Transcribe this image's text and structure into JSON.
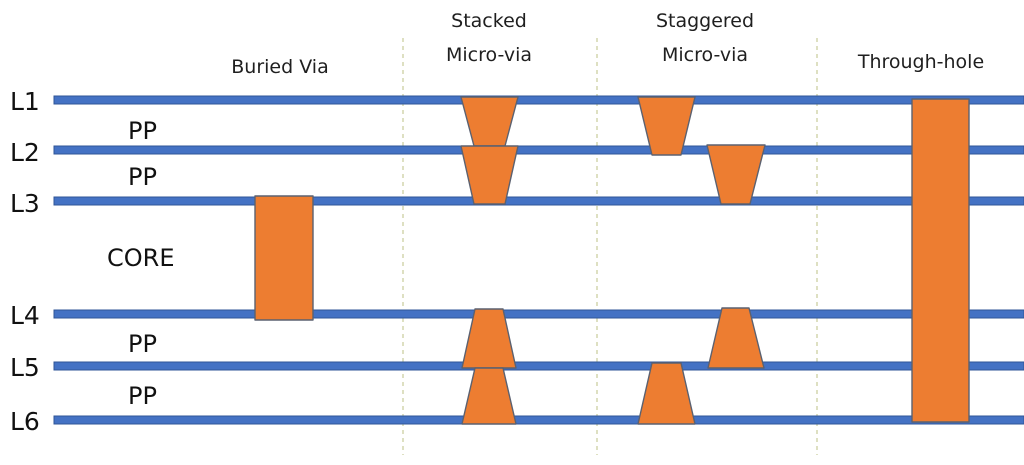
{
  "colors": {
    "copper_layer": "#4472C4",
    "copper_layer_edge": "#2F5597",
    "via_fill": "#ED7D31",
    "via_edge": "#5B6170",
    "divider": "#C9CB9A",
    "text": "#111111",
    "background": "#FFFFFF"
  },
  "section_labels": {
    "buried": "Buried Via",
    "stacked_line1": "Stacked",
    "stacked_line2": "Micro-via",
    "staggered_line1": "Staggered",
    "staggered_line2": "Micro-via",
    "through": "Through-hole"
  },
  "layers": [
    {
      "name": "L1"
    },
    {
      "name": "L2"
    },
    {
      "name": "L3"
    },
    {
      "name": "L4"
    },
    {
      "name": "L5"
    },
    {
      "name": "L6"
    }
  ],
  "dielectrics": {
    "pp_l1_l2": "PP",
    "pp_l2_l3": "PP",
    "core": "CORE",
    "pp_l4_l5": "PP",
    "pp_l5_l6": "PP"
  },
  "via_types": [
    "buried-via",
    "stacked-micro-via",
    "staggered-micro-via",
    "through-hole"
  ]
}
